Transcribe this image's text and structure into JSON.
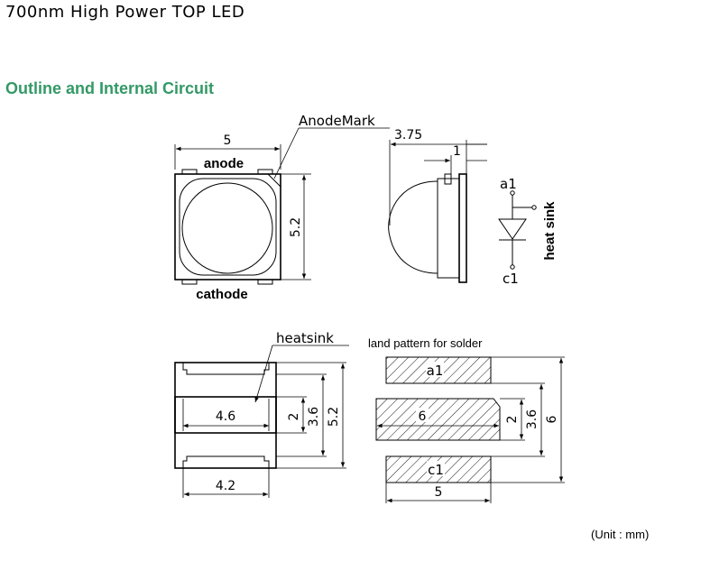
{
  "page": {
    "title": "700nm High Power TOP LED",
    "section_title": "Outline and Internal Circuit",
    "unit_note": "(Unit : mm)"
  },
  "top_view": {
    "dim_width": "5",
    "dim_height": "5.2",
    "label_anode": "anode",
    "label_cathode": "cathode",
    "label_anode_mark": "AnodeMark"
  },
  "side_view": {
    "dim_depth": "3.75",
    "dim_body": "1"
  },
  "circuit": {
    "label_a1": "a1",
    "label_c1": "c1",
    "label_heat_sink": "heat sink"
  },
  "bottom_view": {
    "label_heatsink": "heatsink",
    "dim_pad_width": "4.6",
    "dim_lead_width": "4.2",
    "dim_pad_height": "2",
    "dim_inner_height": "3.6",
    "dim_total_height": "5.2"
  },
  "land_pattern": {
    "title": "land pattern for solder",
    "pad_a1": "a1",
    "pad_c1": "c1",
    "dim_center_width": "6",
    "dim_pad_width": "5",
    "dim_center_height": "2",
    "dim_inner_height": "3.6",
    "dim_total_height": "6"
  }
}
